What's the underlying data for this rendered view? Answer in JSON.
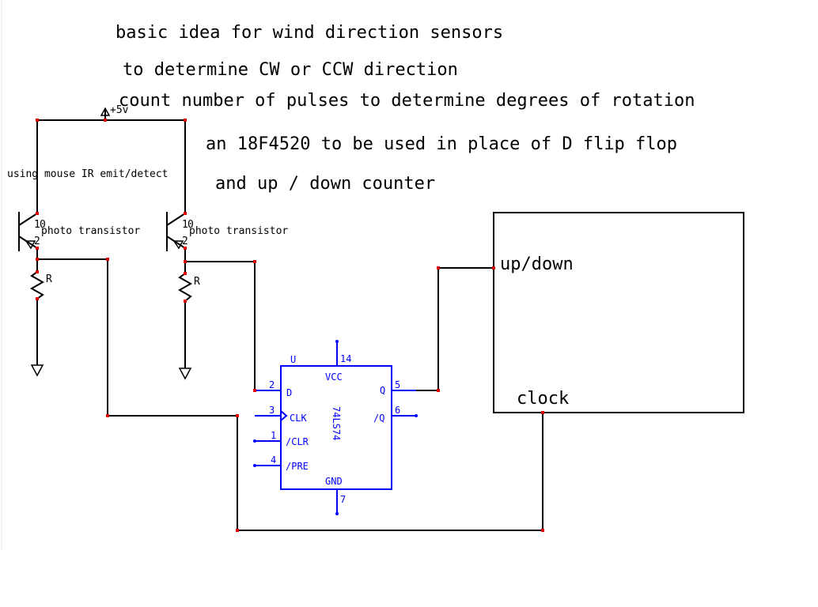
{
  "notes": {
    "line1": "basic idea for wind direction sensors",
    "line2": "to determine CW or CCW direction",
    "line3": "count number of pulses to determine degrees of rotation",
    "line4": "an 18F4520 to be used in place of D flip flop",
    "line5": "and up / down counter"
  },
  "supply": {
    "label": "+5v"
  },
  "sensor_note": "using mouse IR emit/detect",
  "transistor_left": {
    "label": "photo transistor",
    "pin_top": "1",
    "pin_mid": "0",
    "pin_bottom": "2"
  },
  "transistor_right": {
    "label": "photo transistor",
    "pin_top": "1",
    "pin_mid": "0",
    "pin_bottom": "2"
  },
  "resistor_left": {
    "label": "R"
  },
  "resistor_right": {
    "label": "R"
  },
  "chip": {
    "ref": "U",
    "part": "74LS74",
    "vcc": "VCC",
    "gnd": "GND",
    "pin_vcc": "14",
    "pin_gnd": "7",
    "pins": {
      "d": {
        "num": "2",
        "name": "D"
      },
      "clk": {
        "num": "3",
        "name": "CLK"
      },
      "clr": {
        "num": "1",
        "name": "/CLR"
      },
      "pre": {
        "num": "4",
        "name": "/PRE"
      },
      "q": {
        "num": "5",
        "name": "Q"
      },
      "qbar": {
        "num": "6",
        "name": "/Q"
      }
    }
  },
  "counter": {
    "updown_label": "up/down",
    "clock_label": "clock"
  },
  "colors": {
    "wire": "#000000",
    "component": "#0000ff",
    "node": "#e00000",
    "background": "#ffffff"
  }
}
